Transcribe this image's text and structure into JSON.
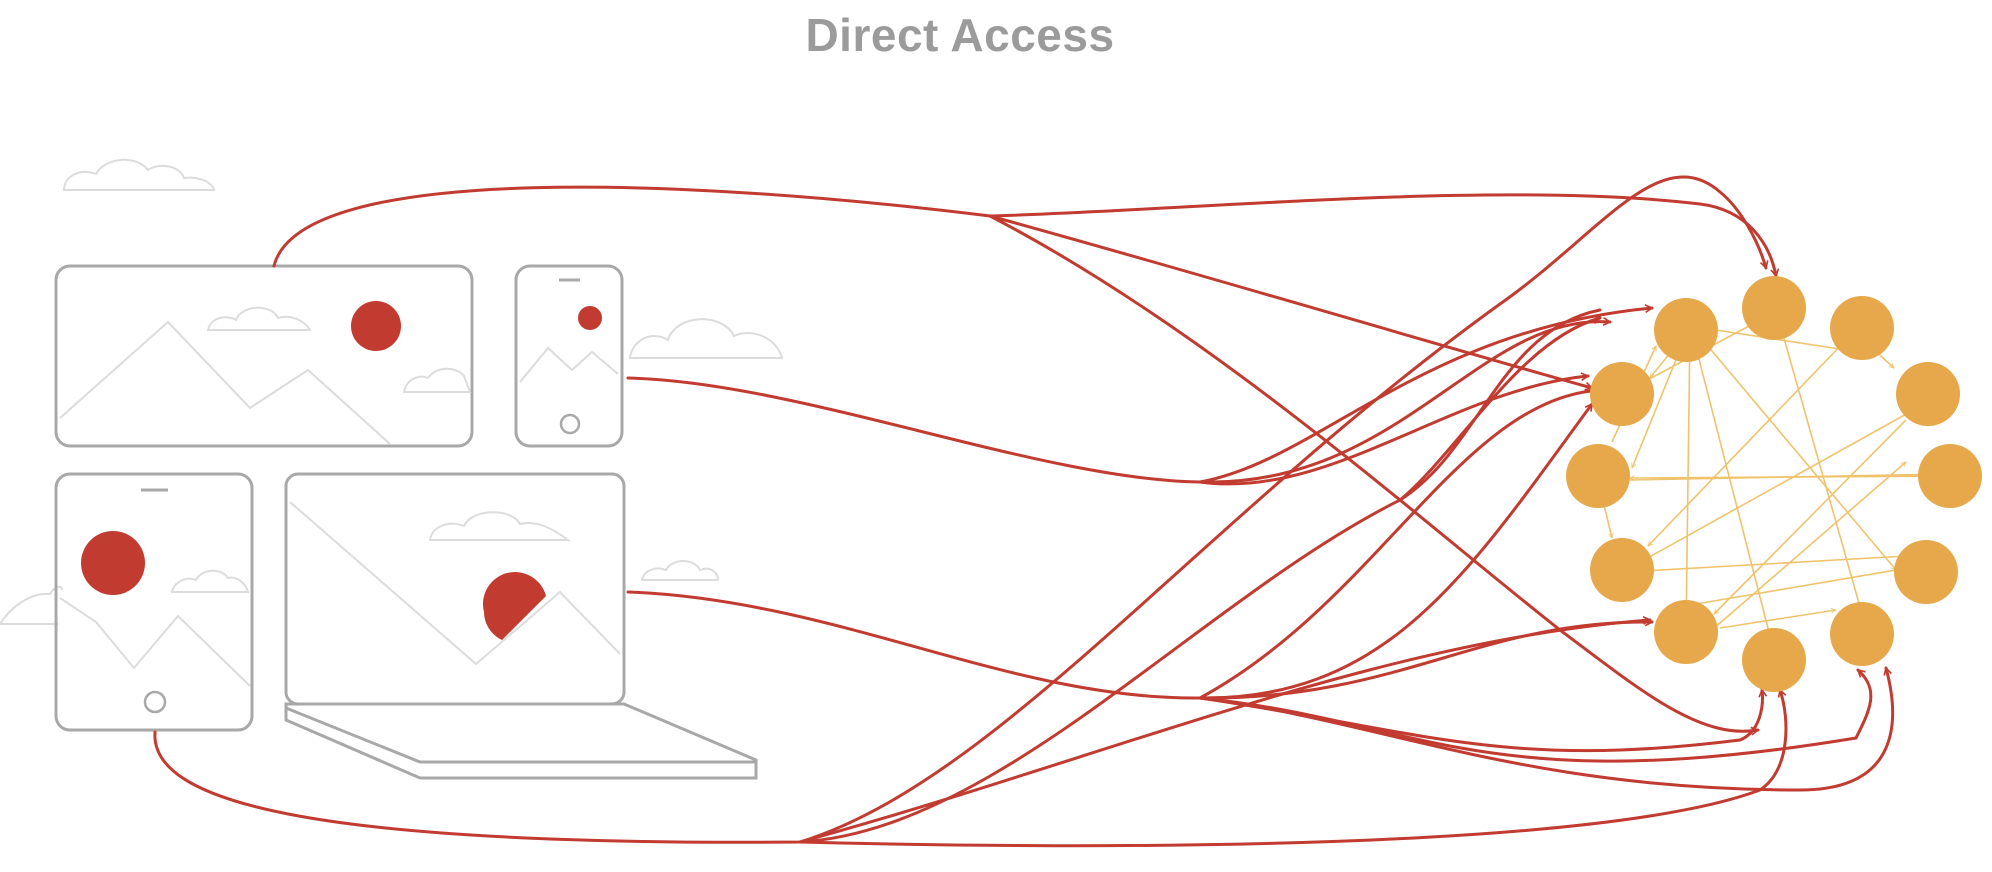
{
  "title": "Direct Access",
  "colors": {
    "device_outline": "#a8a8a8",
    "scene_line": "#dcdcdc",
    "sun": "#c23b30",
    "connection": "#c23b30",
    "service_node": "#e6a84b",
    "mesh_edge": "#efc36c"
  },
  "devices": [
    {
      "name": "tv",
      "icon": "tv-icon"
    },
    {
      "name": "phone",
      "icon": "phone-icon"
    },
    {
      "name": "tablet",
      "icon": "tablet-icon"
    },
    {
      "name": "laptop",
      "icon": "laptop-icon"
    }
  ],
  "service_node_count": 12
}
